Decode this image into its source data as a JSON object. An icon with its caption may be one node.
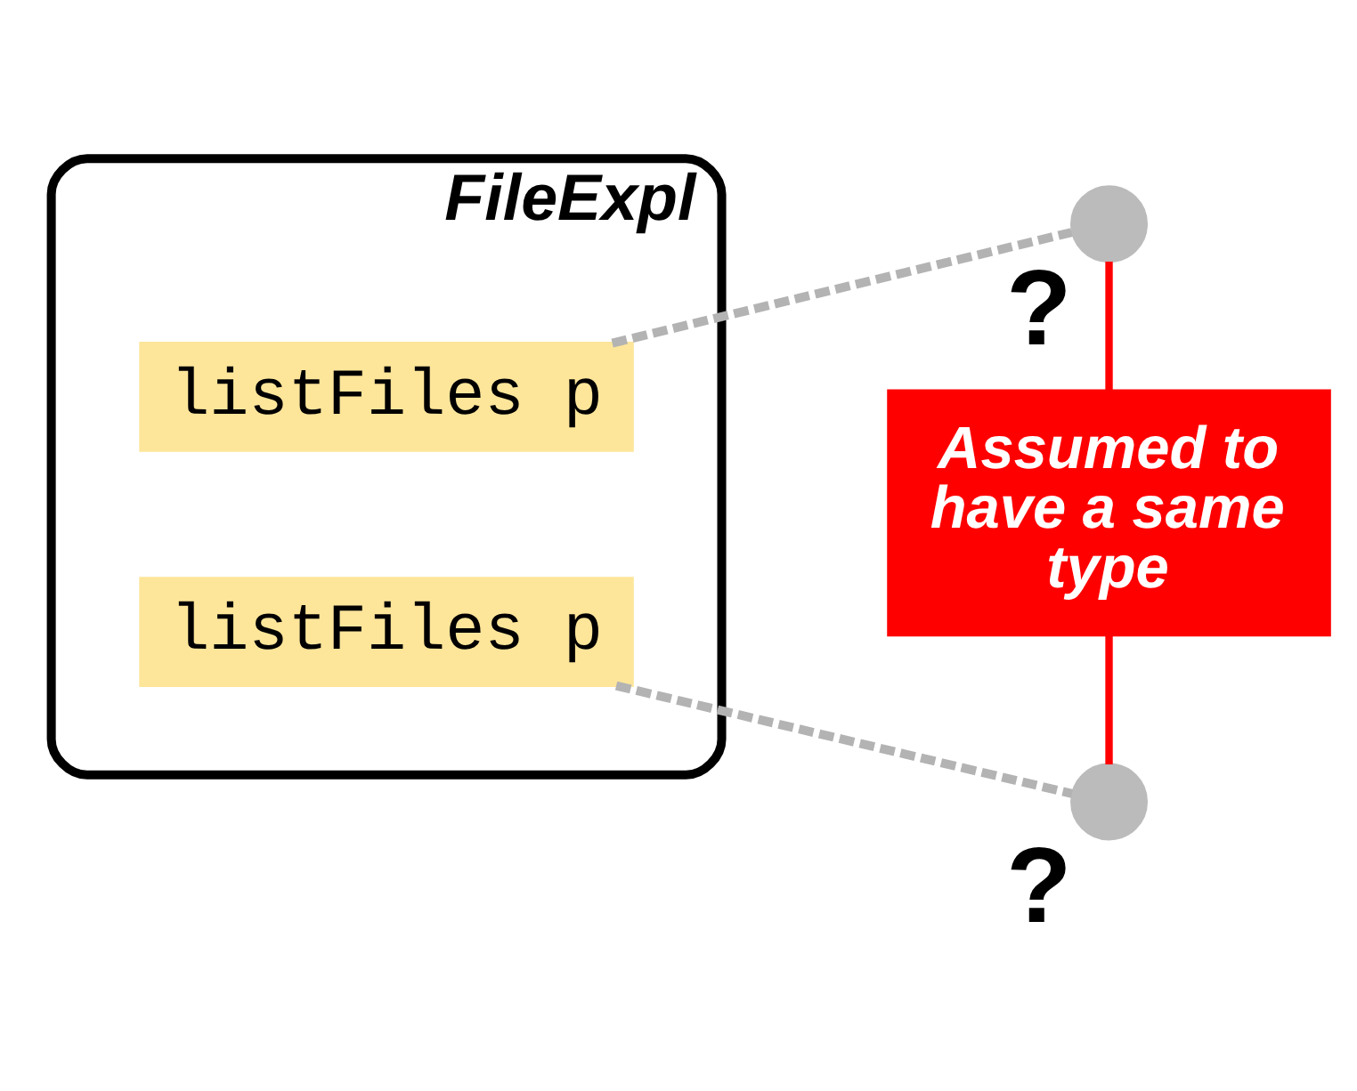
{
  "diagram": {
    "nodes": [
      {
        "text": [
          "FileExpl"
        ]
      },
      {
        "text": [
          "listFiles p"
        ],
        "in": 0
      },
      {
        "text": [
          "listFiles p"
        ],
        "in": 0
      },
      {
        "text": [],
        "shape": "circle",
        "beside": [
          "?"
        ]
      },
      {
        "text": [
          "Assumed to have a same type"
        ]
      },
      {
        "text": [],
        "shape": "circle",
        "beside": [
          "?"
        ]
      }
    ],
    "edges": [
      {
        "from": 1,
        "to": 3,
        "arrow": "none",
        "style": "dashed",
        "color": "#b3b3b3"
      },
      {
        "from": 2,
        "to": 5,
        "arrow": "none",
        "style": "dashed",
        "color": "#b3b3b3"
      },
      {
        "from": 3,
        "to": 4,
        "arrow": "none",
        "color": "#ff0000"
      },
      {
        "from": 4,
        "to": 5,
        "arrow": "none",
        "color": "#ff0000"
      }
    ]
  }
}
